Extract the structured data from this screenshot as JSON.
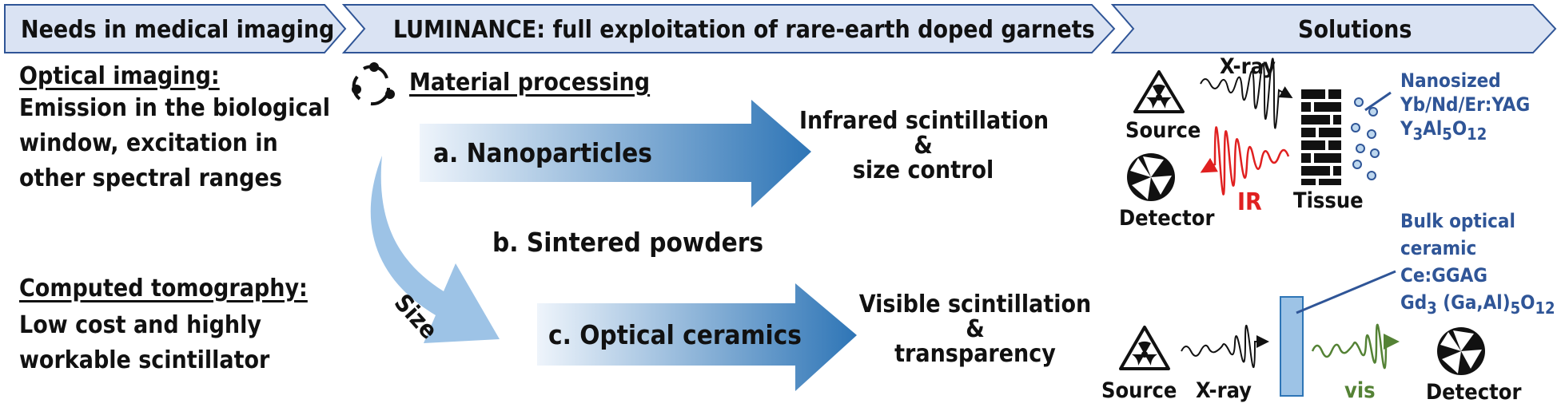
{
  "header": {
    "needs": "Needs in medical imaging",
    "luminance": "LUMINANCE: full exploitation of rare-earth doped garnets",
    "solutions": "Solutions"
  },
  "needs": {
    "optical_title": "Optical imaging:",
    "optical_lines": [
      "Emission in the biological",
      "window, excitation in",
      "other spectral ranges"
    ],
    "ct_title": "Computed tomography:",
    "ct_lines": [
      "Low cost and highly",
      "workable scintillator"
    ]
  },
  "process": {
    "material_processing": "Material processing",
    "a": "a. Nanoparticles",
    "b": "b. Sintered powders",
    "c": "c. Optical ceramics",
    "size": "Size",
    "result_a": [
      "Infrared scintillation",
      "&",
      "size control"
    ],
    "result_c": [
      "Visible scintillation",
      "&",
      "transparency"
    ]
  },
  "solutions": {
    "top": {
      "xray": "X-ray",
      "source": "Source",
      "detector": "Detector",
      "ir": "IR",
      "tissue": "Tissue",
      "nano_label": [
        "Nanosized",
        "Yb/Nd/Er:YAG"
      ]
    },
    "bottom": {
      "bulk_label": [
        "Bulk optical",
        "ceramic",
        "Ce:GGAG"
      ],
      "source": "Source",
      "xray": "X-ray",
      "vis": "vis",
      "detector": "Detector"
    }
  },
  "colors": {
    "header_fill": "#dae3f3",
    "header_stroke": "#2f5597",
    "arrow_dark": "#2e75b6",
    "arrow_light": "#deebf7",
    "label_blue": "#2f5597",
    "ir_red": "#e02020",
    "vis_green": "#548235"
  }
}
